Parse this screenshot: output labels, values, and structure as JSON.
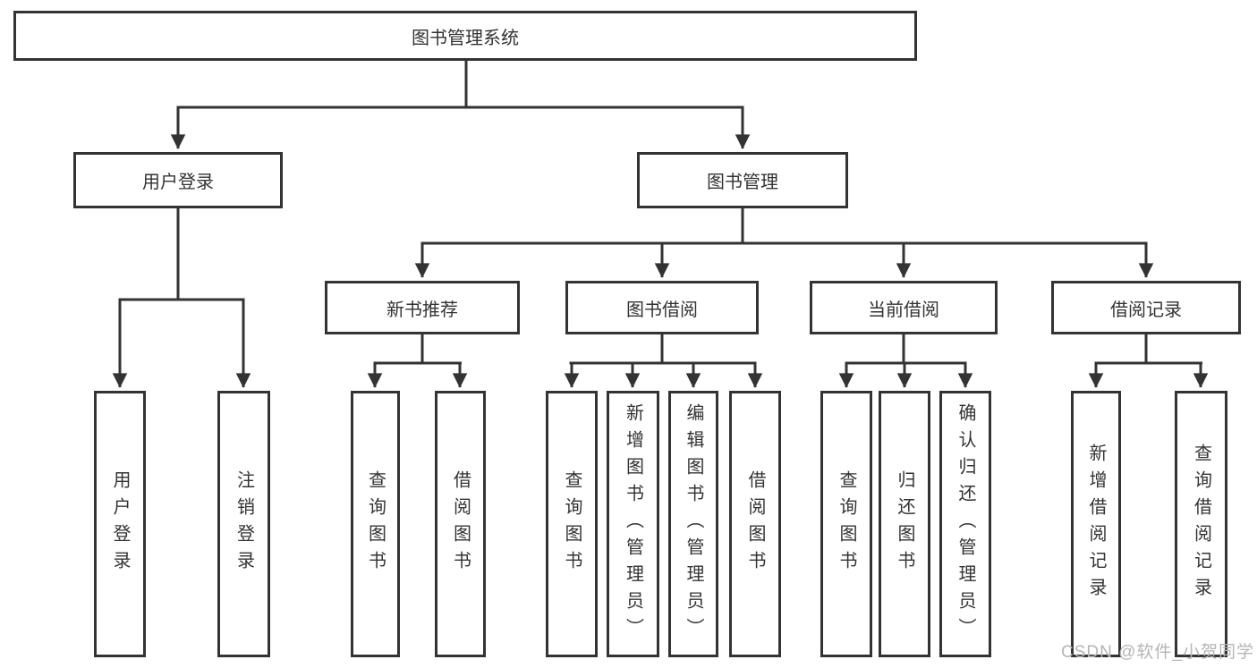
{
  "diagram": {
    "title": "图书管理系统",
    "level2": {
      "user_login": "用户登录",
      "book_mgmt": "图书管理"
    },
    "level3": {
      "new_books": "新书推荐",
      "book_borrow": "图书借阅",
      "current_borrow": "当前借阅",
      "borrow_records": "借阅记录"
    },
    "leaves": {
      "login": "用户登录",
      "logout": "注销登录",
      "nb_query": "查询图书",
      "nb_borrow": "借阅图书",
      "bb_query": "查询图书",
      "bb_add": "新增图书（管理员）",
      "bb_edit": "编辑图书（管理员）",
      "bb_borrow": "借阅图书",
      "cb_query": "查询图书",
      "cb_return": "归还图书",
      "cb_confirm": "确认归还（管理员）",
      "rec_add": "新增借阅记录",
      "rec_query": "查询借阅记录"
    }
  },
  "watermark": "CSDN @软件_小贺同学",
  "colors": {
    "line": "#333333",
    "box_fill": "#ffffff",
    "text": "#333333",
    "watermark": "#b5b5b5",
    "bg": "#ffffff"
  }
}
